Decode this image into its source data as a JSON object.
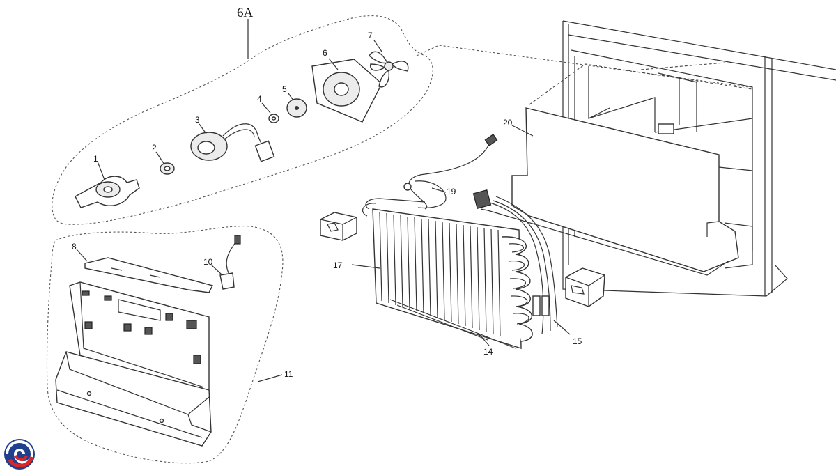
{
  "diagram": {
    "group_title": "6A",
    "callouts": {
      "c1": "1",
      "c2": "2",
      "c3": "3",
      "c4": "4",
      "c5": "5",
      "c6": "6",
      "c7": "7",
      "c8": "8",
      "c10": "10",
      "c11": "11",
      "c14": "14",
      "c15": "15",
      "c17": "17",
      "c19": "19",
      "c20": "20"
    }
  },
  "logo": {
    "icon": "swirl-logo-icon",
    "colors": [
      "#1f3f8f",
      "#d62828"
    ]
  }
}
